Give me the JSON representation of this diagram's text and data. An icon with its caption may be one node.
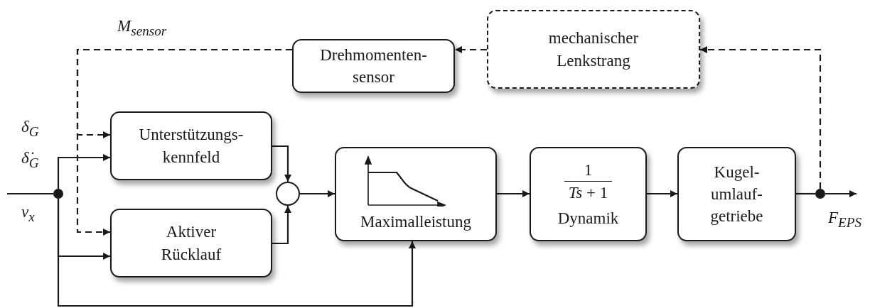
{
  "diagram": {
    "nodes": [
      {
        "text": [
          "Drehmomenten- sensor"
        ]
      },
      {
        "text": [
          "mechanischer Lenkstrang"
        ]
      },
      {
        "text": [
          "Unterstützungs- kennfeld"
        ]
      },
      {
        "text": [
          "Aktiver Rücklauf"
        ]
      },
      {
        "text": [],
        "shape": "circle"
      },
      {
        "text": [
          "Maximalleistung"
        ]
      },
      {
        "text": [
          "1",
          "*Ts* + 1",
          "Dynamik"
        ]
      },
      {
        "text": [
          "Kugel- umlauf- getriebe"
        ]
      },
      {
        "text": [],
        "shape": "dot"
      },
      {
        "text": [],
        "shape": "dot"
      }
    ],
    "edges": [
      {
        "from": null,
        "to": 8,
        "arrow": "none"
      },
      {
        "from": 8,
        "to": 2,
        "arrow": "to"
      },
      {
        "from": 8,
        "to": 3,
        "arrow": "to"
      },
      {
        "from": 8,
        "to": 5,
        "arrow": "to"
      },
      {
        "from": 0,
        "to": 2,
        "arrow": "to",
        "style": "dashed"
      },
      {
        "from": 0,
        "to": 3,
        "arrow": "to",
        "style": "dashed"
      },
      {
        "from": 2,
        "to": 4,
        "arrow": "to"
      },
      {
        "from": 3,
        "to": 4,
        "arrow": "to"
      },
      {
        "from": 4,
        "to": 5,
        "arrow": "to"
      },
      {
        "from": 5,
        "to": 6,
        "arrow": "to"
      },
      {
        "from": 6,
        "to": 7,
        "arrow": "to"
      },
      {
        "from": 7,
        "to": 9,
        "arrow": "none"
      },
      {
        "from": 9,
        "to": null,
        "arrow": "to"
      },
      {
        "from": 9,
        "to": 1,
        "arrow": "to",
        "style": "dashed"
      },
      {
        "from": 1,
        "to": 0,
        "arrow": "to",
        "style": "dashed"
      }
    ],
    "labels": [
      "M$_{sensor}$",
      "δ$_{G}$",
      "δ̇$_{G}$",
      "v$_{x}$",
      "F$_{EPS}$"
    ]
  }
}
